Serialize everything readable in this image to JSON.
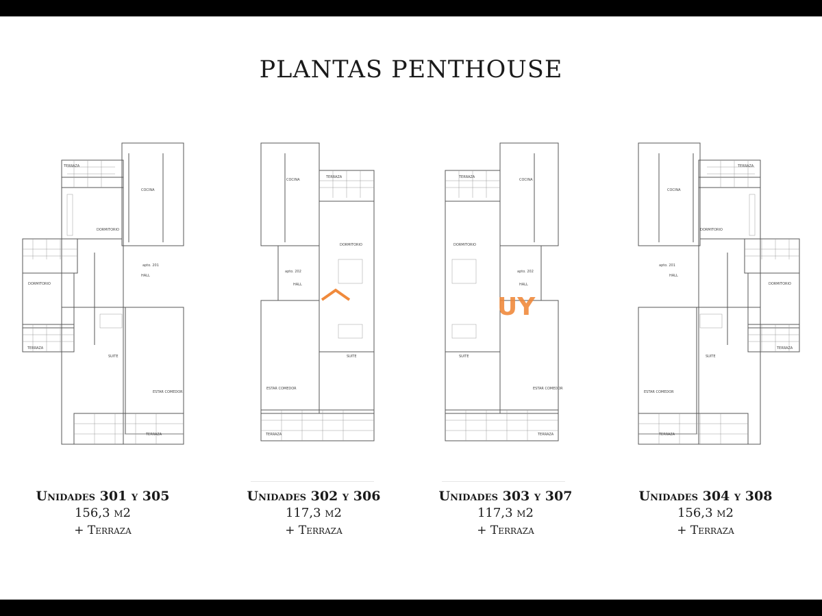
{
  "title": "PLANTAS PENTHOUSE",
  "watermark": "UY",
  "plans": [
    {
      "units": "Unidades 301 y 305",
      "area": "156,3 m2",
      "extra": "+ Terraza",
      "labels": {
        "terraza_top": "TERRAZA",
        "cocina": "COCINA",
        "dormitorio": "DORMITORIO",
        "dormitorio2": "DORMITORIO",
        "hall": "HALL",
        "apto": "apto. 201",
        "suite": "SUITE",
        "estar": "ESTAR COMEDOR",
        "terraza_side": "TERRAZA",
        "terraza_bottom": "TERRAZA"
      }
    },
    {
      "units": "Unidades 302 y 306",
      "area": "117,3 m2",
      "extra": "+ Terraza",
      "labels": {
        "terraza_top": "TERRAZA",
        "cocina": "COCINA",
        "dormitorio": "DORMITORIO",
        "hall": "HALL",
        "apto": "apto. 202",
        "suite": "SUITE",
        "estar": "ESTAR COMEDOR",
        "terraza_bottom": "TERRAZA"
      }
    },
    {
      "units": "Unidades 303 y 307",
      "area": "117,3 m2",
      "extra": "+ Terraza",
      "labels": {
        "terraza_top": "TERRAZA",
        "cocina": "COCINA",
        "dormitorio": "DORMITORIO",
        "hall": "HALL",
        "apto": "apto. 202",
        "suite": "SUITE",
        "estar": "ESTAR COMEDOR",
        "terraza_bottom": "TERRAZA"
      }
    },
    {
      "units": "Unidades 304 y 308",
      "area": "156,3 m2",
      "extra": "+ Terraza",
      "labels": {
        "terraza_top": "TERRAZA",
        "cocina": "COCINA",
        "dormitorio": "DORMITORIO",
        "dormitorio2": "DORMITORIO",
        "hall": "HALL",
        "apto": "apto. 201",
        "suite": "SUITE",
        "estar": "ESTAR COMEDOR",
        "terraza_side": "TERRAZA",
        "terraza_bottom": "TERRAZA"
      }
    }
  ]
}
